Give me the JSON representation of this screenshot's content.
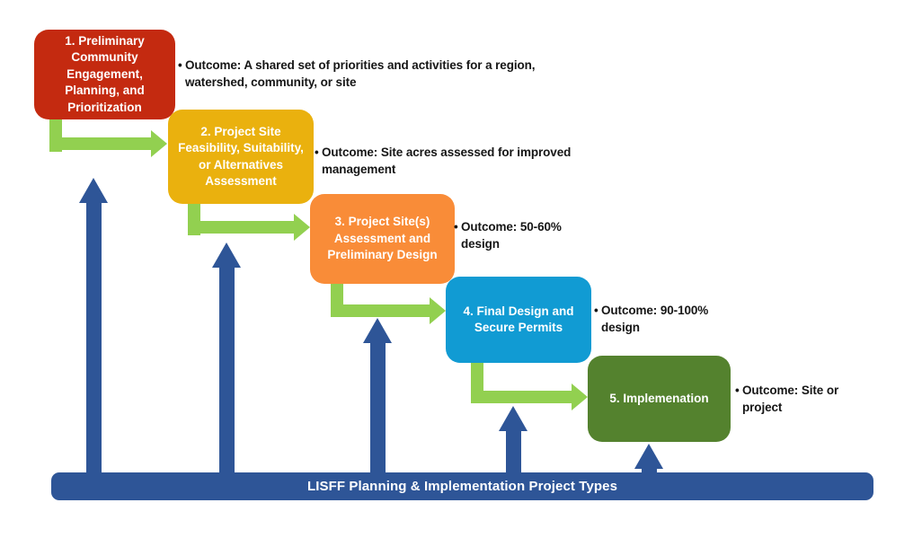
{
  "diagram": {
    "bullet": "•",
    "colors": {
      "step1_red": "#C42A10",
      "step2_yellow": "#EAB10E",
      "step3_orange": "#F98C38",
      "step4_blue": "#119BD3",
      "step5_green": "#54822E",
      "connector_green": "#92D050",
      "arrow_blue": "#2E5597",
      "box_text": "#FFFFFF",
      "outcome_text": "#161616"
    },
    "steps": [
      {
        "label": "1. Preliminary Community Engagement, Planning, and Prioritization",
        "outcome_line1": "Outcome: A shared set of priorities and activities for a region,",
        "outcome_line2": "watershed, community, or site"
      },
      {
        "label": "2. Project Site Feasibility, Suitability, or Alternatives Assessment",
        "outcome_line1": "Outcome: Site acres assessed for improved",
        "outcome_line2": "management"
      },
      {
        "label": "3. Project Site(s) Assessment and Preliminary Design",
        "outcome_line1": "Outcome: 50-60%",
        "outcome_line2": "design"
      },
      {
        "label": "4. Final Design and Secure Permits",
        "outcome_line1": "Outcome: 90-100%",
        "outcome_line2": "design"
      },
      {
        "label": "5. Implemenation",
        "outcome_line1": "Outcome: Site or",
        "outcome_line2": "project"
      }
    ],
    "base_bar": {
      "label": "LISFF Planning & Implementation Project Types"
    }
  }
}
